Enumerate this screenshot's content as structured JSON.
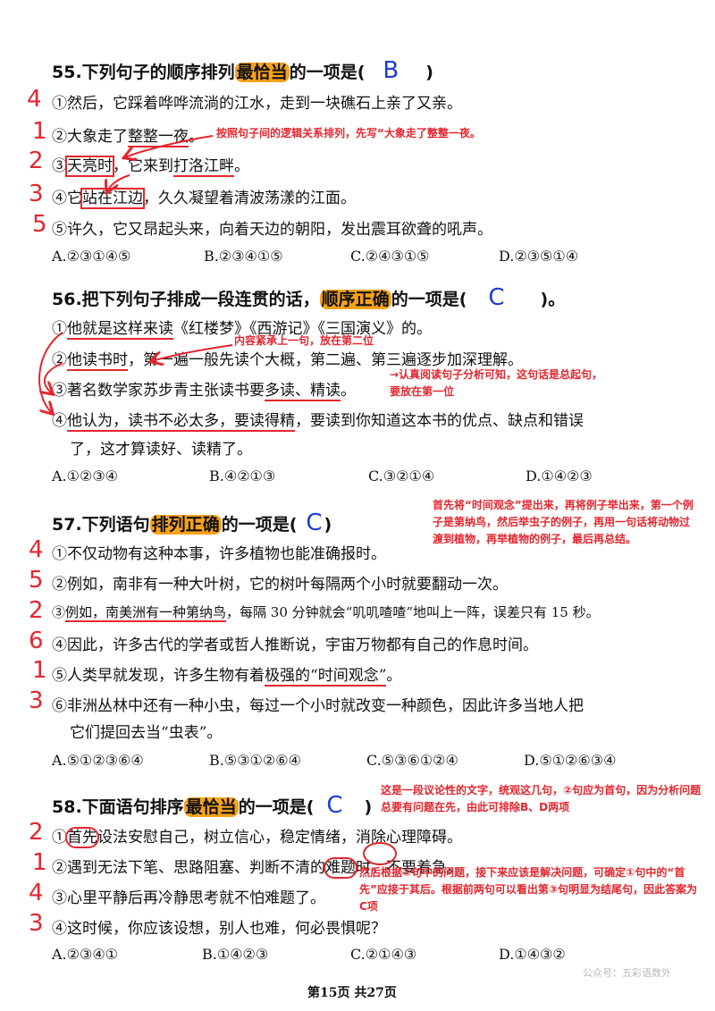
{
  "q55": {
    "title_pre": "55.下列句子的顺序排列",
    "title_hl": "最恰当",
    "title_post": "的一项是(",
    "title_end": ")",
    "answer": "B",
    "lines": [
      {
        "n": "4",
        "t": "①然后，它踩着哗哗流淌的江水，走到一块礁石上亲了又亲。"
      },
      {
        "n": "1",
        "t": "②大象走了整整一夜。"
      },
      {
        "n": "2",
        "t": "③天亮时，它来到打洛江畔。"
      },
      {
        "n": "3",
        "t": "④它站在江边，久久凝望着清波荡漾的江面。"
      },
      {
        "n": "5",
        "t": "⑤许久，它又昂起头来，向着天边的朝阳，发出震耳欲聋的吼声。"
      }
    ],
    "note": "按照句子间的逻辑关系排列，先写“大象走了整整一夜。",
    "options": [
      "A.②③①④⑤",
      "B.②③④①⑤",
      "C.②④③①⑤",
      "D.②③⑤①④"
    ]
  },
  "q56": {
    "title_pre": "56.把下列句子排成一段连贯的话，",
    "title_hl": "顺序正确",
    "title_post": "的一项是(",
    "title_end": ")。",
    "answer": "C",
    "lines": [
      "①他就是这样来读《红楼梦》《西游记》《三国演义》的。",
      "②他读书时，第一遍一般先读个大概，第二遍、第三遍逐步加深理解。",
      "③著名数学家苏步青主张读书要多读、精读。",
      "④他认为，读书不必太多，要读得精，要读到你知道这本书的优点、缺点和错误",
      "了，这才算读好、读精了。"
    ],
    "note1": "内容紧承上一句，放在第二位",
    "note2": "→认真阅读句子分析可知，这句话是总起句，要放在第一位",
    "options": [
      "A.①②③④",
      "B.④②①③",
      "C.③②①④",
      "D.①④②③"
    ]
  },
  "q57": {
    "title_pre": "57.下列语句",
    "title_hl": "排列正确",
    "title_post": "的一项是(",
    "title_end": ")",
    "answer": "C",
    "lines": [
      {
        "n": "4",
        "t": "①不仅动物有这种本事，许多植物也能准确报时。"
      },
      {
        "n": "5",
        "t": "②例如，南非有一种大叶树，它的树叶每隔两个小时就要翻动一次。"
      },
      {
        "n": "2",
        "t": "③例如，南美洲有一种第纳鸟，每隔 30 分钟就会“叽叽喳喳”地叫上一阵，误差只有 15 秒。"
      },
      {
        "n": "6",
        "t": "④因此，许多古代的学者或哲人推断说，宇宙万物都有自己的作息时间。"
      },
      {
        "n": "1",
        "t": "⑤人类早就发现，许多生物有着极强的“时间观念”。"
      },
      {
        "n": "3",
        "t": "⑥非洲丛林中还有一种小虫，每过一个小时就改变一种颜色，因此许多当地人把"
      },
      {
        "n": "",
        "t": "它们提回去当“虫表”。"
      }
    ],
    "note": "首先将“时间观念”提出来，再将例子举出来，第一个例子是第纳鸟，然后举虫子的例子，再用一句话将动物过渡到植物，再举植物的例子，最后再总结。",
    "options": [
      "A.⑤①②③⑥④",
      "B.⑤③①②⑥④",
      "C.⑤③⑥①②④",
      "D.⑤①②⑥③④"
    ]
  },
  "q58": {
    "title_pre": "58.下面语句排序",
    "title_hl": "最恰当",
    "title_post": "的一项是(",
    "title_end": ")",
    "answer": "C",
    "lines": [
      {
        "n": "2",
        "t": "①首先设法安慰自己，树立信心，稳定情绪，消除心理障碍。"
      },
      {
        "n": "1",
        "t": "②遇到无法下笔、思路阻塞、判断不清的难题时，不要着急。"
      },
      {
        "n": "4",
        "t": "③心里平静后再冷静思考就不怕难题了。"
      },
      {
        "n": "3",
        "t": "④这时候，你应该设想，别人也难，何必畏惧呢？"
      }
    ],
    "note1": "这是一段议论性的文字，统观这几句，②句应为首句，因为分析问题总要有问题在先，由此可排除B、D两项",
    "note2": "然后根据②句中的问题，接下来应该是解决问题，可确定①句中的“首先”应接于其后。根据前两句可以看出第③句明显为结尾句，因此答案为C项",
    "options": [
      "A.②③④①",
      "B.①④②③",
      "C.②①④③",
      "D.①④③②"
    ]
  },
  "footer": "第15页 共27页",
  "watermark": "公众号：五彩语数外"
}
